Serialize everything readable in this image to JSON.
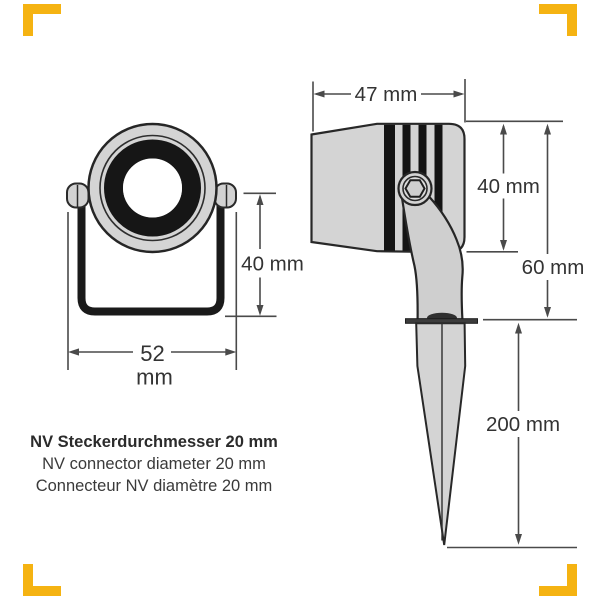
{
  "diagram": {
    "front_view": {
      "width_value": "52",
      "width_unit": "mm",
      "height_label": "40 mm"
    },
    "side_view": {
      "width_label": "47 mm",
      "body_height_label": "40 mm",
      "overall_height_label": "60 mm",
      "spike_length_label": "200 mm"
    },
    "notes": {
      "de": "NV Steckerdurchmesser 20 mm",
      "en": "NV connector diameter 20 mm",
      "fr": "Connecteur NV diamètre 20 mm"
    }
  },
  "colors": {
    "background": "#ffffff",
    "outline": "#2a2a2a",
    "dimension_line": "#4a4a4a",
    "label_text": "#333333",
    "metal_gray": "#d4d4d4",
    "dark_detail": "#161616",
    "corner_marks": "#f5b312"
  }
}
